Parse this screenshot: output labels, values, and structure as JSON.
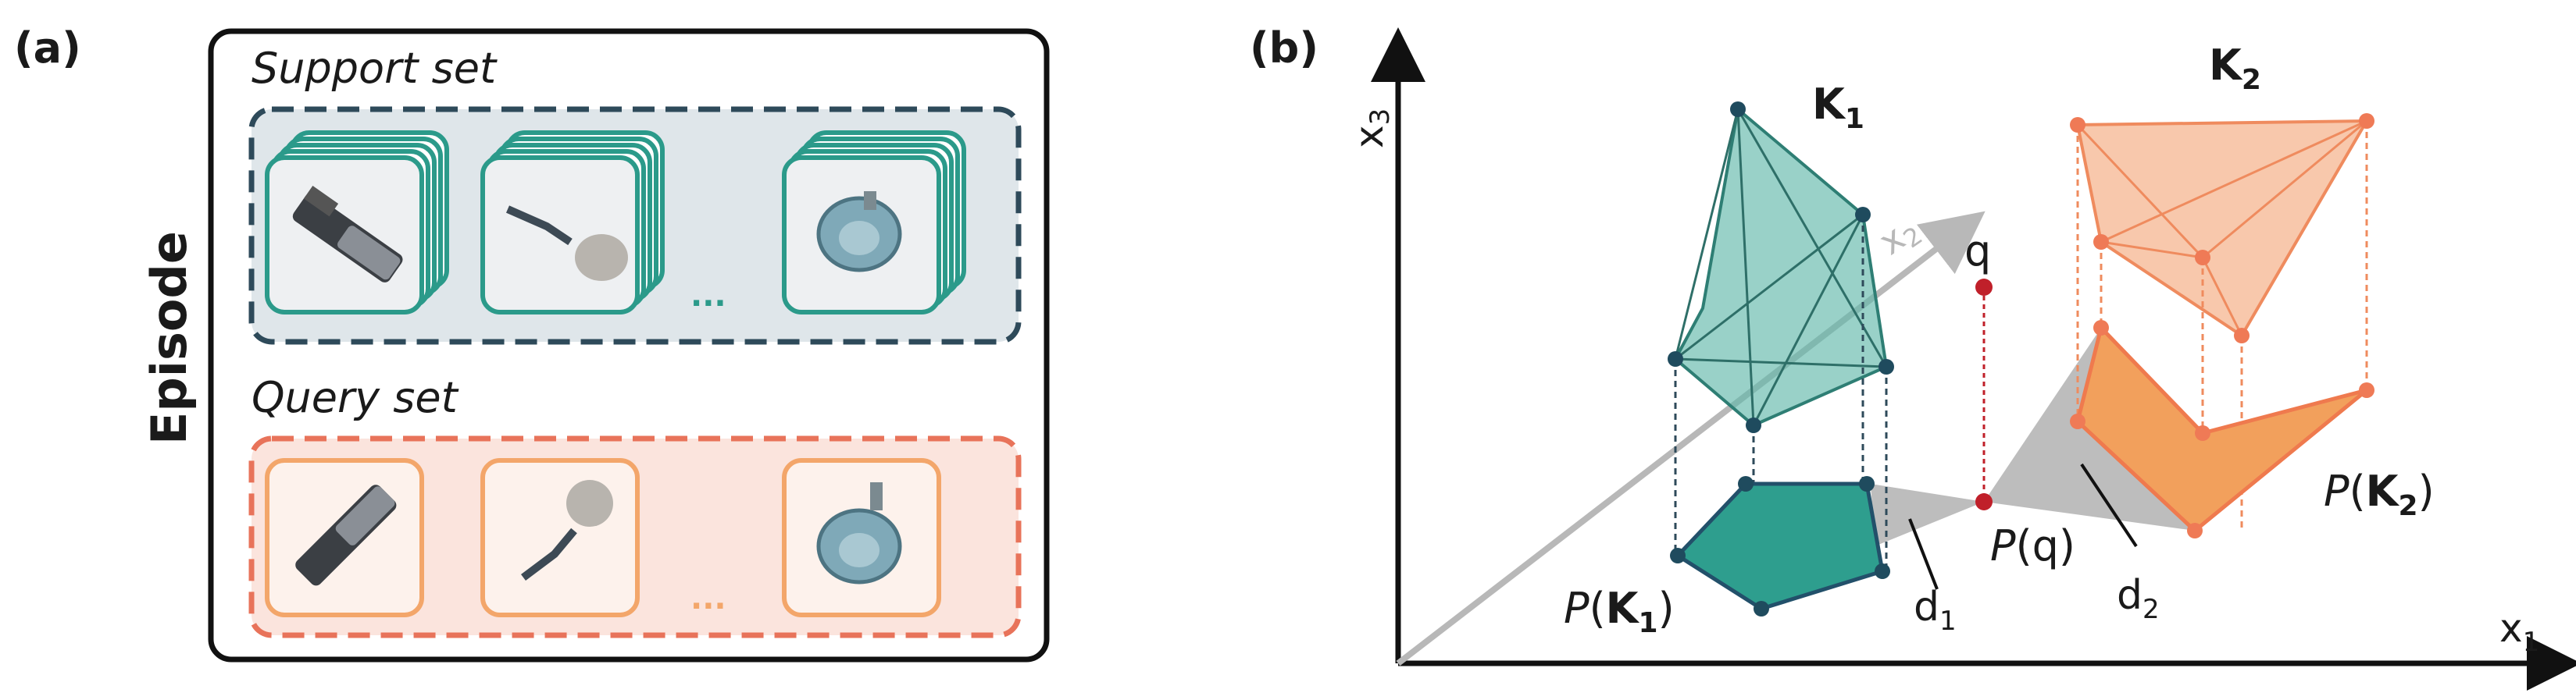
{
  "panel_a": {
    "label": "(a)",
    "episode_label": "Episode",
    "support_title": "Support set",
    "query_title": "Query set",
    "support_dots": "...",
    "query_dots": "...",
    "colors": {
      "support_frame": "#2b9a8a",
      "support_box": "#2e4a5a",
      "query_frame": "#f3a66a",
      "query_box": "#e8735a"
    }
  },
  "panel_b": {
    "label": "(b)",
    "axis_x1": "x",
    "axis_x1_sub": "1",
    "axis_x2": "x",
    "axis_x2_sub": "2",
    "axis_x3": "x",
    "axis_x3_sub": "3",
    "k1": "K",
    "k1_sub": "1",
    "k2": "K",
    "k2_sub": "2",
    "pk1": {
      "p": "P",
      "open": "(",
      "k": "K",
      "sub": "1",
      "close": ")"
    },
    "pk2": {
      "p": "P",
      "open": "(",
      "k": "K",
      "sub": "2",
      "close": ")"
    },
    "q_label": "q",
    "pq": {
      "p": "P",
      "rest": "(q)"
    },
    "d1": "d",
    "d1_sub": "1",
    "d2": "d",
    "d2_sub": "2",
    "colors": {
      "teal": "#2e9e8e",
      "orange": "#f0a060",
      "red": "#c0202a"
    }
  }
}
